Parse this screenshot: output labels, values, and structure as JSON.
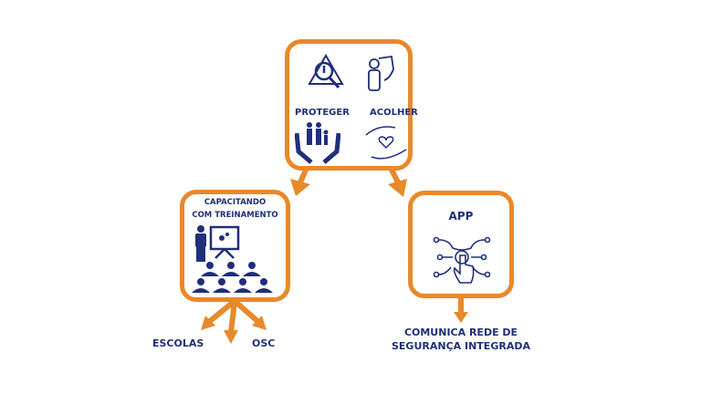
{
  "colors": {
    "accent": "#e8892a",
    "text": "#1f2f7a"
  },
  "top_box": {
    "left_label": "PROTEGER",
    "right_label": "ACOLHER"
  },
  "left_box": {
    "title_line1": "CAPACITANDO",
    "title_line2": "COM TREINAMENTO"
  },
  "right_box": {
    "title": "APP"
  },
  "outputs": {
    "schools": "ESCOLAS",
    "osc": "OSC",
    "network_line1": "COMUNICA REDE DE",
    "network_line2": "SEGURANÇA INTEGRADA"
  }
}
